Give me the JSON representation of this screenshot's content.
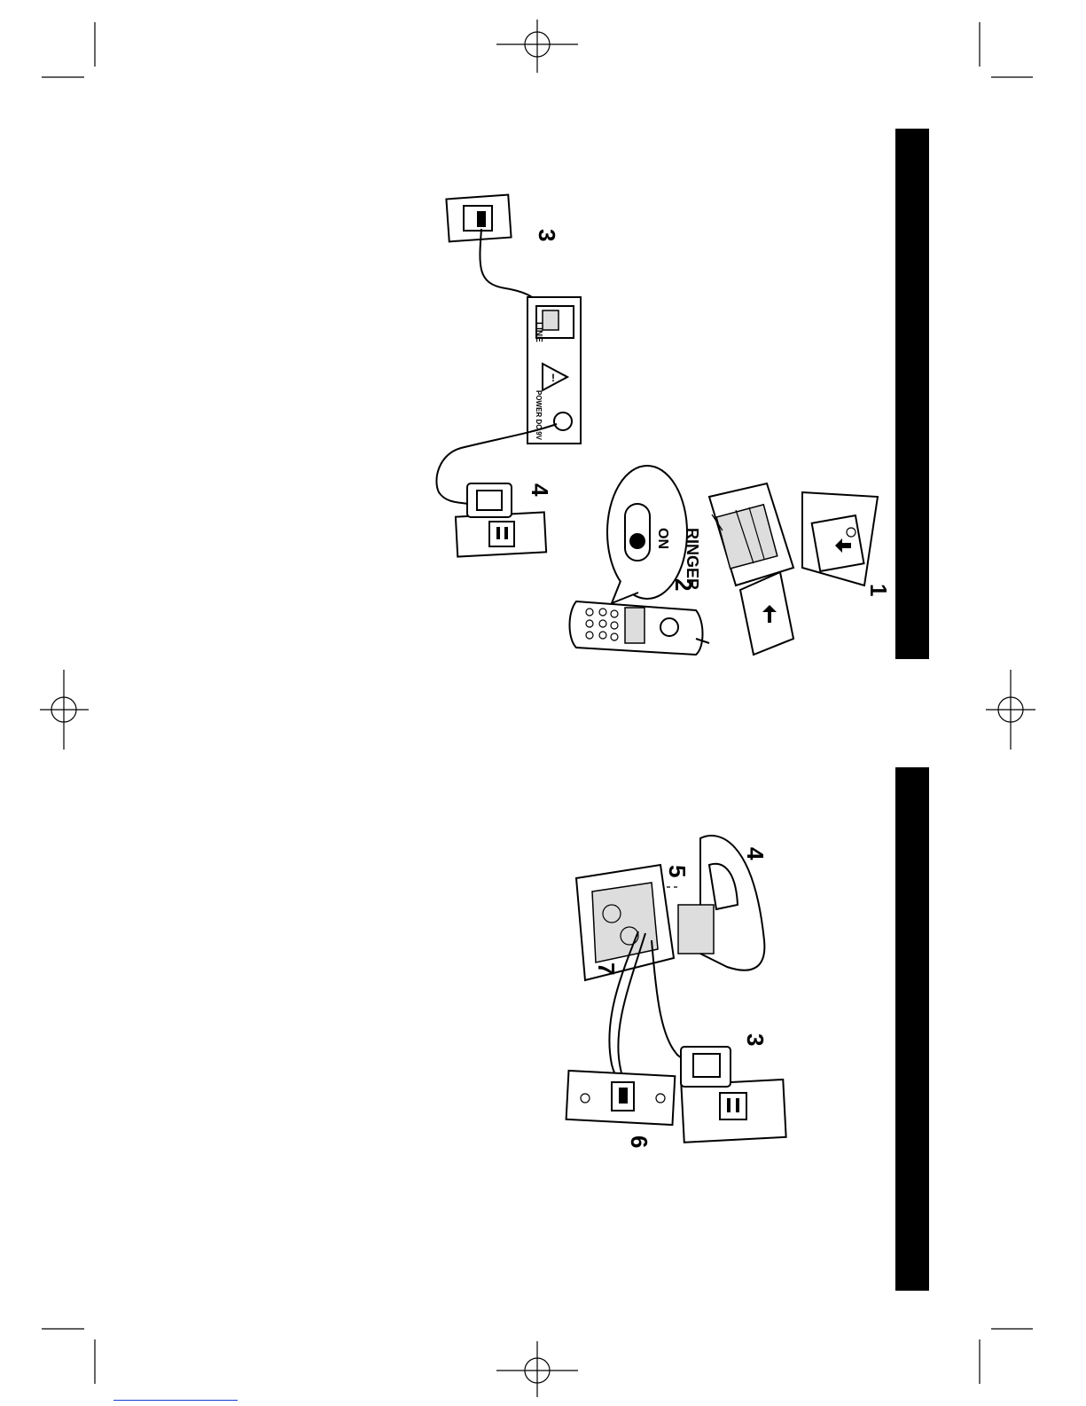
{
  "page": {
    "tab_color": "#000000",
    "link_color": "#1a3ccf"
  },
  "top_illustration": {
    "step_wall_jack": "3",
    "step_power_adapter": "4",
    "step_ringer": "2",
    "step_battery": "1",
    "base_labels": {
      "line": "LINE",
      "power": "POWER DC 9V"
    },
    "ringer_callout": {
      "label": "RINGER",
      "state": "ON"
    }
  },
  "bottom_illustration": {
    "step_adapter": "3",
    "step_bracket": "4",
    "step_slide": "5",
    "step_wall_plate": "6",
    "step_cord": "7"
  }
}
